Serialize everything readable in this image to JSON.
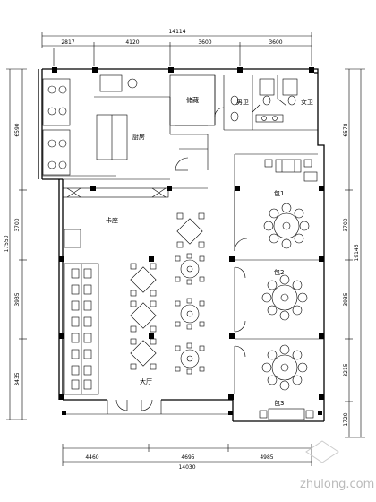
{
  "dimensions": {
    "top_total": "14114",
    "top_segments": [
      "2817",
      "4120",
      "3600",
      "3600"
    ],
    "bottom_segments": [
      "4460",
      "4695",
      "4985"
    ],
    "bottom_total": "14030",
    "left_total": "17550",
    "left_segments": [
      "6590",
      "3700",
      "3935",
      "3435"
    ],
    "right_total": "19146",
    "right_segments": [
      "6578",
      "3700",
      "3935",
      "3215",
      "1720"
    ]
  },
  "rooms": {
    "kitchen": "厨房",
    "storage": "储藏",
    "mens_wc": "男卫",
    "womens_wc": "女卫",
    "booth": "卡座",
    "private_room_1": "包1",
    "private_room_2": "包2",
    "private_room_3": "包3",
    "hall": "大厅"
  },
  "watermark": {
    "brand": "zhulong.com"
  }
}
